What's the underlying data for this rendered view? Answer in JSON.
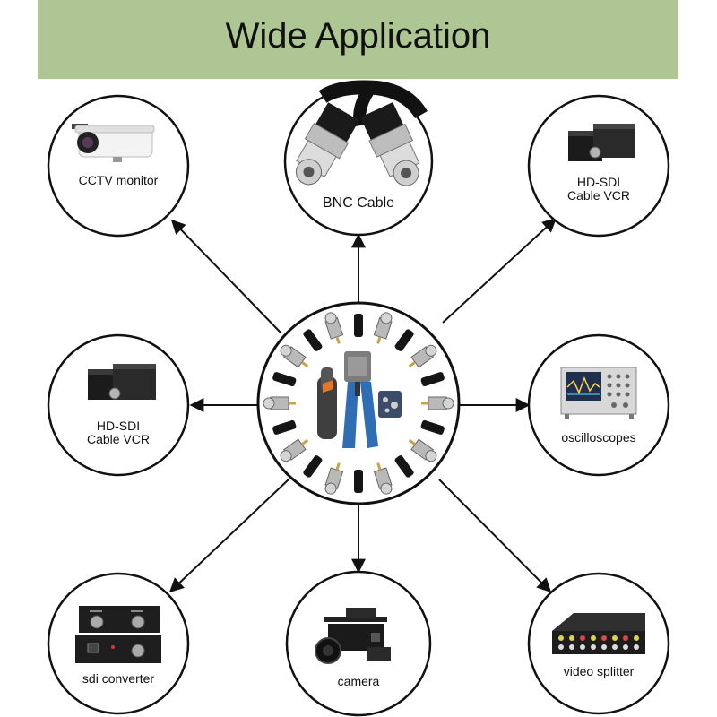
{
  "banner": {
    "title": "Wide Application"
  },
  "nodes": {
    "cctv": {
      "label": "CCTV monitor",
      "icon": "cctv-camera-icon"
    },
    "bnc": {
      "label": "BNC Cable",
      "icon": "bnc-cable-icon"
    },
    "hdsdi_right": {
      "line1": "HD-SDI",
      "line2": "Cable VCR",
      "icon": "hdsdi-device-icon"
    },
    "hdsdi_left": {
      "line1": "HD-SDI",
      "line2": "Cable VCR",
      "icon": "hdsdi-device-icon"
    },
    "oscilloscopes": {
      "label": "oscilloscopes",
      "icon": "oscilloscope-icon"
    },
    "sdi_converter": {
      "label": "sdi converter",
      "icon": "sdi-converter-icon"
    },
    "camera": {
      "label": "camera",
      "icon": "video-camera-icon"
    },
    "video_splitter": {
      "label": "video splitter",
      "icon": "video-splitter-icon"
    },
    "center": {
      "icon": "bnc-connector-crimp-kit-icon"
    }
  },
  "colors": {
    "banner": "#aec594",
    "crimper": "#2f6db5",
    "outline": "#111111"
  }
}
